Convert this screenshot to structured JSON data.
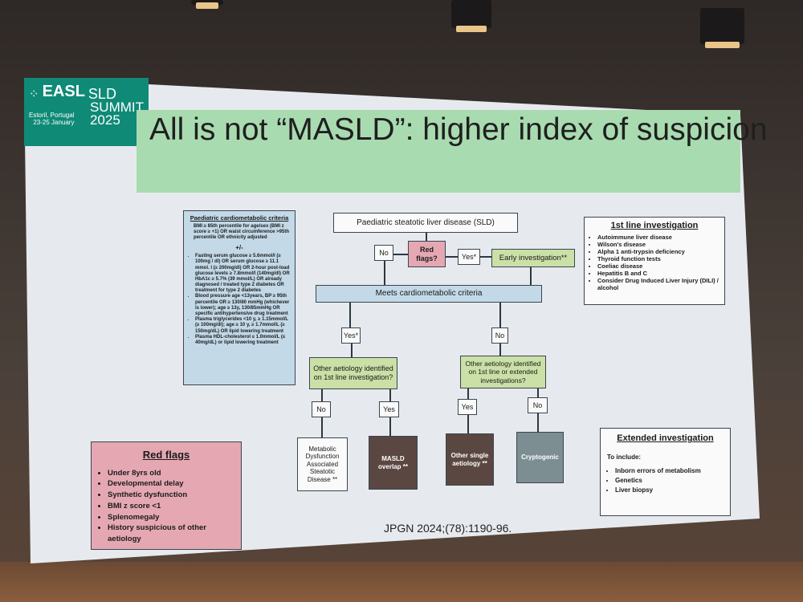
{
  "logo": {
    "brand": "EASL",
    "event_line1": "SLD",
    "event_line2": "SUMMIT",
    "year": "2025",
    "location": "Estoril, Portugal",
    "dates": "23-25 January"
  },
  "title": "All is not “MASLD”: higher index of suspicion",
  "criteria": {
    "heading": "Paediatric cardiometabolic criteria",
    "intro": "BMI ≥ 85th percentile for age/sex (BMI z score ≥ +1) OR waist circumference >95th percentile OR ethnicity adjusted",
    "plusminus": "+/-",
    "items": [
      "Fasting serum glucose ≥ 5.6mmol/l (≥ 100mg / dl) OR serum glucose ≥ 11.1 mmol. l (≥ 200mg/dl) OR 2-hour post-load glucose levels ≥ 7.8mmol/l (140mg/dl) OR HbA1c ≥ 5.7% (39 mmol/L) OR already diagnosed / treated type 2 diabetes OR treatment for type 2 diabetes",
      "Blood pressure age <13years, BP ≥ 95th percentile OR ≥ 130/80 mmHg (whichever is lower); age ≥ 13y, 130/85mmHg OR specific antihypertensive drug treatment",
      "Plasma triglycerides <10 y, ≥ 1.15mmol/L (≥ 100mg/dl); age ≥ 10 y, ≥ 1.7mmol/L (≥ 150mg/dL) OR lipid lowering treatment",
      "Plasma HDL-cholesterol ≤ 1.0mmol/L (≤ 40mg/dL) or lipid lowering treatment"
    ]
  },
  "flow": {
    "start": "Paediatric steatotic liver disease (SLD)",
    "red_flags_q": "Red flags?",
    "no1": "No",
    "yes1": "Yes*",
    "early": "Early investigation**",
    "meets": "Meets cardiometabolic criteria",
    "yes2": "Yes*",
    "no2": "No",
    "other_left": "Other aetiology identified on 1st line investigation?",
    "other_right": "Other aetiology identified on 1st line or extended investigations?",
    "no3": "No",
    "yes3": "Yes",
    "yes4": "Yes",
    "no4": "No",
    "metabolic": "Metabolic Dysfunction Associated Steatotic Disease **",
    "masld": "MASLD overlap **",
    "single": "Other single aetiology **",
    "crypto": "Cryptogenic"
  },
  "first_line": {
    "heading": "1st line investigation",
    "items": [
      "Autoimmune liver disease",
      "Wilson's disease",
      "Alpha 1 anti-trypsin deficiency",
      "Thyroid function tests",
      "Coeliac disease",
      "Hepatitis B and C",
      "Consider Drug Induced Liver Injury (DILI) / alcohol"
    ]
  },
  "red_flags": {
    "heading": "Red flags",
    "items": [
      "Under 8yrs old",
      "Developmental delay",
      "Synthetic dysfunction",
      "BMI z score <1",
      "Splenomegaly",
      "History suspicious of other aetiology"
    ]
  },
  "extended": {
    "heading": "Extended investigation",
    "intro": "To include:",
    "items": [
      "Inborn errors of metabolism",
      "Genetics",
      "Liver biopsy"
    ]
  },
  "citation": "JPGN 2024;(78):1190-96."
}
